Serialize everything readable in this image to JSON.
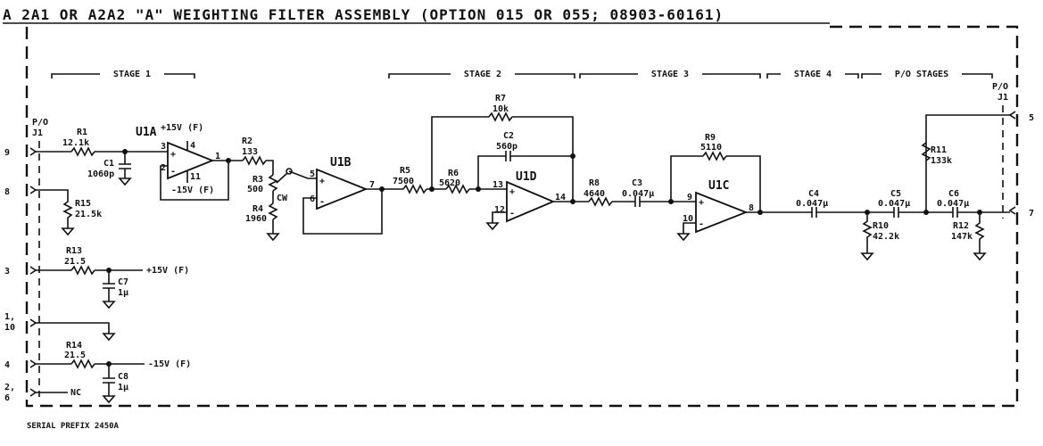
{
  "title": "A 2A1 OR A2A2 \"A\" WEIGHTING FILTER ASSEMBLY (OPTION 015 OR 055; 08903-60161)",
  "stages": [
    "STAGE 1",
    "STAGE 2",
    "STAGE 3",
    "STAGE 4",
    "P/O STAGES"
  ],
  "connectors": {
    "left": "P/O",
    "left_j": "J1",
    "right": "P/O",
    "right_j": "J1"
  },
  "pins": {
    "p9": "9",
    "p8": "8",
    "p3": "3",
    "p1_10a": "1,",
    "p1_10b": "10",
    "p4": "4",
    "p2_6a": "2,",
    "p2_6b": "6",
    "p5": "5",
    "p7": "7"
  },
  "amps": {
    "u1a": {
      "name": "U1A",
      "pin_in_p": "3",
      "pin_in_n": "2",
      "pin_out": "1",
      "pin_vp": "4",
      "pin_vn": "11",
      "vp": "+15V (F)",
      "vn": "-15V (F)"
    },
    "u1b": {
      "name": "U1B",
      "pin_in_p": "5",
      "pin_in_n": "6",
      "pin_out": "7"
    },
    "u1d": {
      "name": "U1D",
      "pin_in_p": "13",
      "pin_in_n": "12",
      "pin_out": "14"
    },
    "u1c": {
      "name": "U1C",
      "pin_in_p": "9",
      "pin_in_n": "10",
      "pin_out": "8"
    }
  },
  "parts": {
    "r1": {
      "ref": "R1",
      "val": "12.1k"
    },
    "c1": {
      "ref": "C1",
      "val": "1060p"
    },
    "r2": {
      "ref": "R2",
      "val": "133"
    },
    "r3": {
      "ref": "R3",
      "val": "500"
    },
    "r3cw": "CW",
    "r4": {
      "ref": "R4",
      "val": "1960"
    },
    "r15": {
      "ref": "R15",
      "val": "21.5k"
    },
    "r5": {
      "ref": "R5",
      "val": "7500"
    },
    "r6": {
      "ref": "R6",
      "val": "5620"
    },
    "r7": {
      "ref": "R7",
      "val": "10k"
    },
    "c2": {
      "ref": "C2",
      "val": "560p"
    },
    "r8": {
      "ref": "R8",
      "val": "4640"
    },
    "c3": {
      "ref": "C3",
      "val": "0.047µ"
    },
    "r9": {
      "ref": "R9",
      "val": "5110"
    },
    "c4": {
      "ref": "C4",
      "val": "0.047µ"
    },
    "r10": {
      "ref": "R10",
      "val": "42.2k"
    },
    "c5": {
      "ref": "C5",
      "val": "0.047µ"
    },
    "r11": {
      "ref": "R11",
      "val": "133k"
    },
    "c6": {
      "ref": "C6",
      "val": "0.047µ"
    },
    "r12": {
      "ref": "R12",
      "val": "147k"
    },
    "r13": {
      "ref": "R13",
      "val": "21.5"
    },
    "c7": {
      "ref": "C7",
      "val": "1µ"
    },
    "r14": {
      "ref": "R14",
      "val": "21.5"
    },
    "c8": {
      "ref": "C8",
      "val": "1µ"
    }
  },
  "rails": {
    "pos": "+15V (F)",
    "neg": "-15V (F)",
    "nc": "NC"
  },
  "serial": "SERIAL PREFIX  2450A"
}
